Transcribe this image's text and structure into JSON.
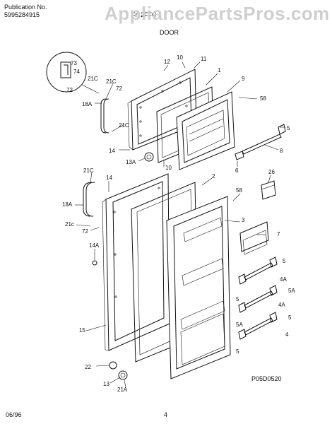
{
  "header": {
    "publication_label": "Publication No.",
    "publication_number": "5995284915",
    "model_fragment": "Fr. 2FFC",
    "watermark": "AppliancePartsPros.com",
    "section_title": "DOOR"
  },
  "footer": {
    "date": "06/96",
    "page": "4",
    "figure_code": "P05D0520"
  },
  "callouts": {
    "c12": "12",
    "c10a": "10",
    "c11": "11",
    "c1": "1",
    "c9": "9",
    "c58a": "58",
    "c73": "73",
    "c74": "74",
    "c72a": "72",
    "c21Ca": "21C",
    "c21Cb": "21C",
    "c72b": "72",
    "c18Aa": "18A",
    "c21Cc": "21C",
    "c14a": "14",
    "c13A": "13A",
    "c10b": "10",
    "c5a": "5",
    "c8": "8",
    "c6": "6",
    "c21Cd": "21C",
    "c14b": "14",
    "c2": "2",
    "c26": "26",
    "c58b": "58",
    "c18Ab": "18A",
    "c21c": "21c",
    "c72c": "72",
    "c3": "3",
    "c7": "7",
    "c14A": "14A",
    "c5b": "5",
    "c4Aa": "4A",
    "c5c": "5",
    "c5A": "5A",
    "c4Ab": "4A",
    "c5d": "5",
    "c5Ab": "5A",
    "c4": "4",
    "c5e": "5",
    "c15": "15",
    "c22": "22",
    "c13": "13",
    "c21A": "21A"
  }
}
